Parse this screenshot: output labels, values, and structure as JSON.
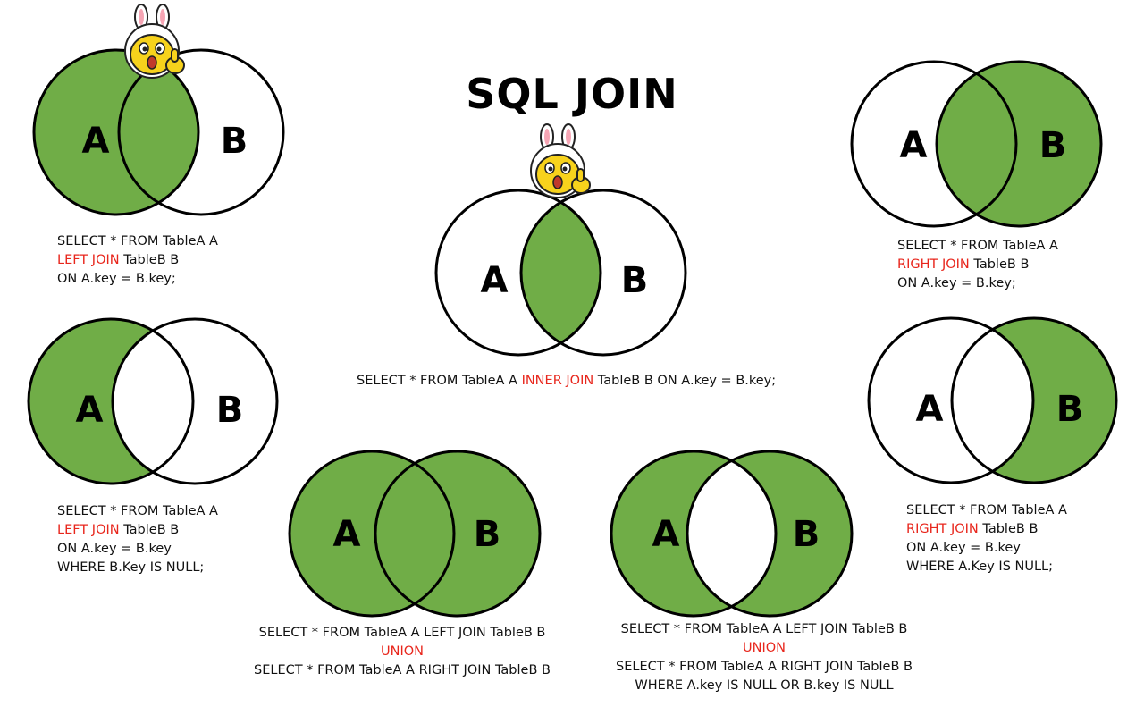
{
  "title": "SQL JOIN",
  "colors": {
    "fill": "#70ad47",
    "stroke": "#000000",
    "keyword": "#e8261c"
  },
  "set_labels": {
    "a": "A",
    "b": "B"
  },
  "diagrams": {
    "left_join": {
      "lines": [
        [
          "SELECT * FROM TableA A"
        ],
        [
          {
            "kw": "LEFT JOIN"
          },
          " TableB B"
        ],
        [
          "ON A.key = B.key;"
        ]
      ]
    },
    "right_join": {
      "lines": [
        [
          "SELECT * FROM TableA A"
        ],
        [
          {
            "kw": "RIGHT JOIN"
          },
          " TableB B"
        ],
        [
          "ON A.key = B.key;"
        ]
      ]
    },
    "inner_join": {
      "lines": [
        [
          "SELECT * FROM TableA A ",
          {
            "kw": "INNER JOIN"
          },
          " TableB B ON A.key = B.key;"
        ]
      ]
    },
    "left_only": {
      "lines": [
        [
          "SELECT * FROM TableA A"
        ],
        [
          {
            "kw": "LEFT JOIN"
          },
          " TableB B"
        ],
        [
          "ON A.key = B.key"
        ],
        [
          "WHERE B.Key IS NULL;"
        ]
      ]
    },
    "right_only": {
      "lines": [
        [
          "SELECT * FROM TableA A"
        ],
        [
          {
            "kw": "RIGHT JOIN"
          },
          " TableB B"
        ],
        [
          "ON A.key = B.key"
        ],
        [
          "WHERE A.Key IS NULL;"
        ]
      ]
    },
    "full_outer": {
      "lines": [
        [
          "SELECT * FROM TableA A LEFT JOIN TableB B"
        ],
        [
          {
            "kw": "UNION"
          }
        ],
        [
          "SELECT * FROM TableA A RIGHT JOIN TableB B"
        ]
      ]
    },
    "full_outer_exclusive": {
      "lines": [
        [
          "SELECT * FROM TableA A LEFT JOIN TableB B"
        ],
        [
          {
            "kw": "UNION"
          }
        ],
        [
          "SELECT * FROM TableA A RIGHT JOIN TableB B"
        ],
        [
          "WHERE A.key IS NULL OR B.key IS NULL"
        ]
      ]
    }
  }
}
